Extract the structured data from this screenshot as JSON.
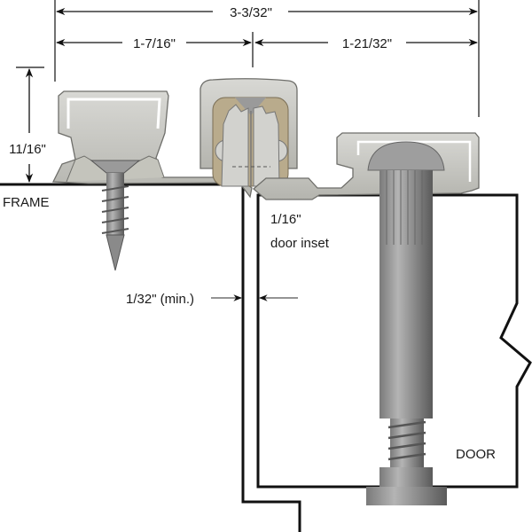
{
  "dimensions": {
    "overall_width": "3-3/32\"",
    "frame_leaf_width": "1-7/16\"",
    "door_leaf_width": "1-21/32\"",
    "height": "11/16\"",
    "door_inset": "1/16\"",
    "door_inset_caption": "door inset",
    "min_gap": "1/32\" (min.)"
  },
  "labels": {
    "frame": "FRAME",
    "door": "DOOR"
  },
  "colors": {
    "aluminum": "#c9c9c5",
    "aluminum_dark": "#8e8e8a",
    "bearing": "#b9ab8c",
    "steel": "#8a8a8a",
    "line": "#111111"
  }
}
